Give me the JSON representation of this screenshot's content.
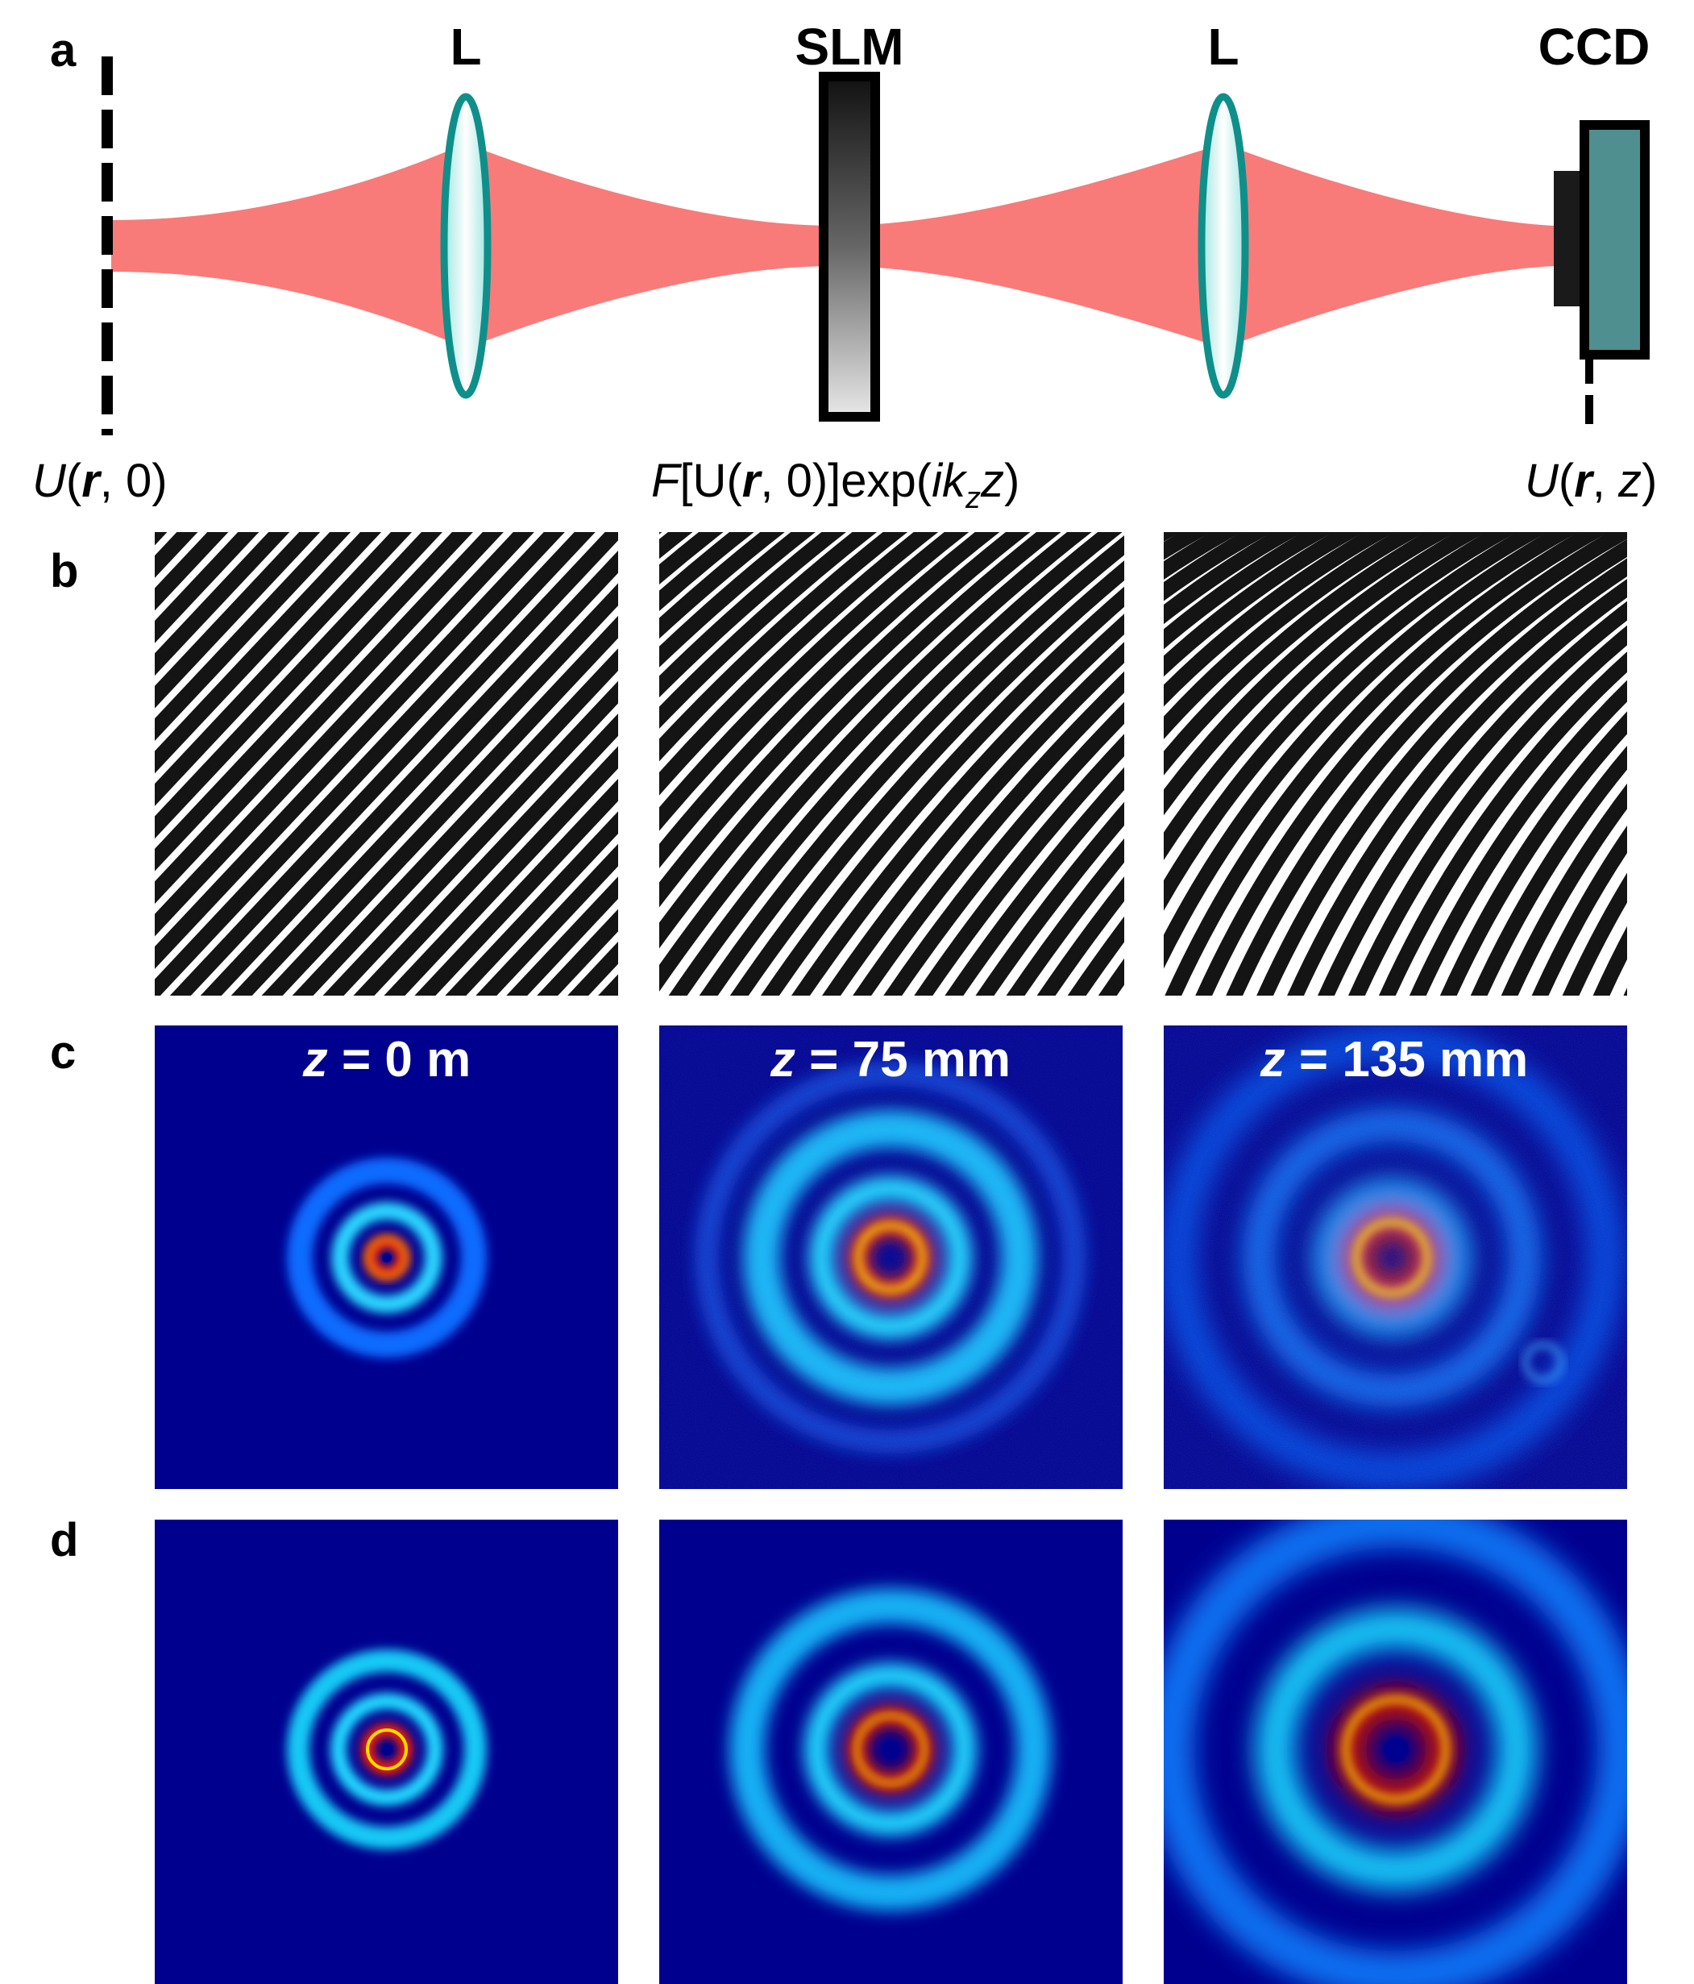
{
  "panels": {
    "a": "a",
    "b": "b",
    "c": "c",
    "d": "d"
  },
  "setup": {
    "lens1_label": "L",
    "slm_label": "SLM",
    "lens2_label": "L",
    "ccd_label": "CCD",
    "input_field": {
      "U": "U",
      "paren_open": "(",
      "r": "r",
      "rest": ", 0)"
    },
    "fourier_field": {
      "F": "F",
      "bracket_U": "[U(",
      "r": "r",
      "rest1": ", 0)]exp(",
      "ik": "ik",
      "sub": "z",
      "z": "z",
      "close": ")"
    },
    "output_field": {
      "U": "U",
      "paren_open": "(",
      "r": "r",
      "comma": ", ",
      "z": "z",
      "close": ")"
    }
  },
  "colors": {
    "beam": "#f87b79",
    "lens_stroke": "#0f8f8a",
    "lens_fill_center": "#ffffff",
    "lens_fill_edge": "#9fe6e2",
    "ccd_screen": "#4f8f8f",
    "colormap_background": "#00008f"
  },
  "fringe_patterns": [
    {
      "panel": "left",
      "curvature": "straight",
      "spatial_period_fraction": 0.066
    },
    {
      "panel": "middle",
      "curvature": "slight"
    },
    {
      "panel": "right",
      "curvature": "strong"
    }
  ],
  "propagation": {
    "z_labels": [
      {
        "z_var": "z",
        "eq": " = 0 m"
      },
      {
        "z_var": "z",
        "eq": " = 75 mm"
      },
      {
        "z_var": "z",
        "eq": " = 135 mm"
      }
    ]
  },
  "colormap": "jet"
}
